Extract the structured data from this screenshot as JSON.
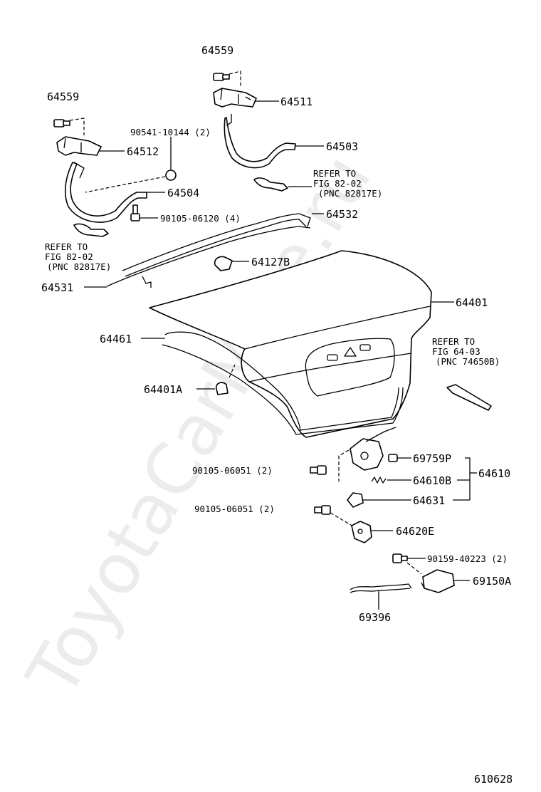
{
  "watermark": "ToyotaCarMine.ru",
  "diagram_number": "610628",
  "labels": {
    "p64559_top": "64559",
    "p64511": "64511",
    "p64559_left": "64559",
    "p90541": "90541-10144 (2)",
    "p64503": "64503",
    "p64512": "64512",
    "refer_right_1": "REFER TO",
    "refer_right_2": "FIG 82-02",
    "refer_right_3": "(PNC 82817E)",
    "p64504": "64504",
    "p90105_06120": "90105-06120 (4)",
    "p64532": "64532",
    "refer_left_1": "REFER TO",
    "refer_left_2": "FIG 82-02",
    "refer_left_3": "(PNC 82817E)",
    "p64127B": "64127B",
    "p64531": "64531",
    "p64401": "64401",
    "refer_lic_1": "REFER TO",
    "refer_lic_2": "FIG 64-03",
    "refer_lic_3": "(PNC 74650B)",
    "p64461": "64461",
    "p64401A": "64401A",
    "p69759P": "69759P",
    "p90105_06051_a": "90105-06051 (2)",
    "p64610B": "64610B",
    "p64610": "64610",
    "p64631": "64631",
    "p90105_06051_b": "90105-06051 (2)",
    "p64620E": "64620E",
    "p90159": "90159-40223 (2)",
    "p69150A": "69150A",
    "p69396": "69396"
  }
}
